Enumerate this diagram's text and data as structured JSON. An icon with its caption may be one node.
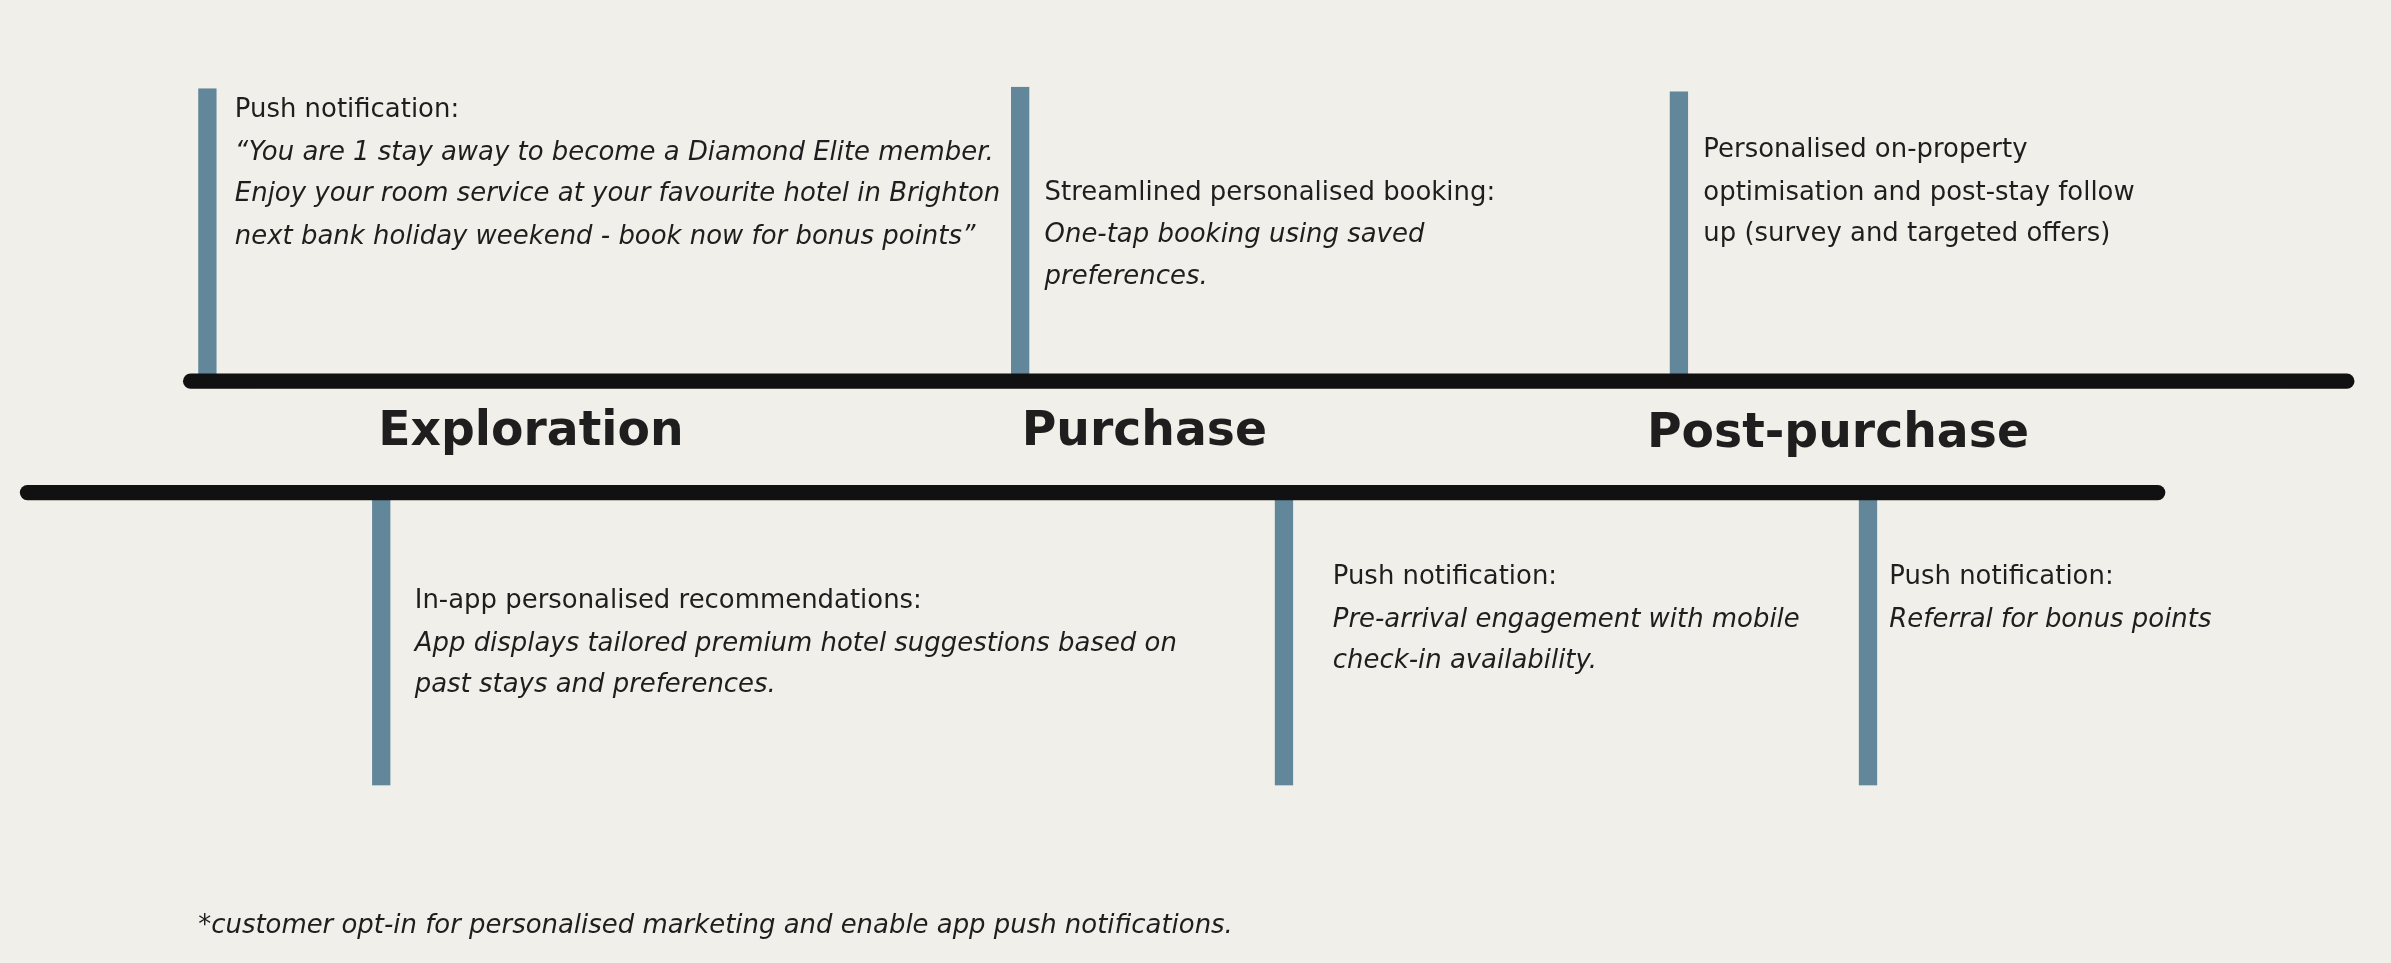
{
  "diagram": {
    "caption": "*customer opt-in for personalised marketing and enable app push notifications.",
    "nodes": [
      {
        "text": [
          "Push notification:",
          "“You are 1 stay away to become a Diamond Elite member. Enjoy your room service at your favourite hotel in Brighton next bank holiday weekend - book now for bonus points”"
        ]
      },
      {
        "text": [
          "Streamlined personalised booking:",
          "One-tap booking using saved preferences."
        ]
      },
      {
        "text": [
          "Personalised on-property optimisation and post-stay follow up (survey and targeted offers)"
        ]
      },
      {
        "text": [
          "In-app personalised recommendations:",
          "App displays tailored premium hotel suggestions based on past stays and preferences."
        ]
      },
      {
        "text": [
          "Push notification:",
          "Pre-arrival engagement with mobile check-in availability."
        ]
      },
      {
        "text": [
          "Push notification:",
          "Referral for bonus points"
        ]
      }
    ],
    "labels": [
      "Exploration",
      "Purchase",
      "Post-purchase"
    ]
  }
}
